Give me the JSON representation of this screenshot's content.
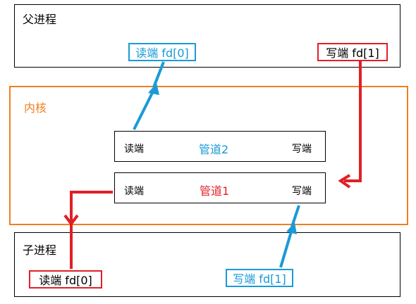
{
  "parent": {
    "title": "父进程",
    "read_end": "读端 fd[0]",
    "write_end": "写端 fd[1]"
  },
  "kernel": {
    "title": "内核"
  },
  "pipe2": {
    "name": "管道2",
    "read": "读端",
    "write": "写端"
  },
  "pipe1": {
    "name": "管道1",
    "read": "读端",
    "write": "写端"
  },
  "child": {
    "title": "子进程",
    "read_end": "读端 fd[0]",
    "write_end": "写端 fd[1]"
  },
  "colors": {
    "blue": "#1a9ad6",
    "red": "#e11f26",
    "orange": "#f07f20"
  }
}
